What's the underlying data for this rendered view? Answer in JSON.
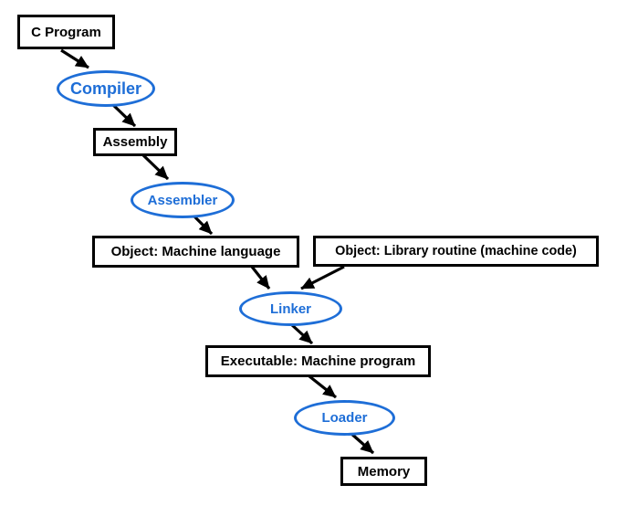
{
  "colors": {
    "background": "#ffffff",
    "box_border": "#000000",
    "box_text": "#000000",
    "ellipse_stroke": "#1e6ed7",
    "ellipse_text": "#1e6ed7",
    "arrow": "#000000"
  },
  "nodes": [
    {
      "id": "c-program",
      "shape": "rect",
      "label": "C Program"
    },
    {
      "id": "compiler",
      "shape": "ellipse",
      "label": "Compiler"
    },
    {
      "id": "assembly",
      "shape": "rect",
      "label": "Assembly"
    },
    {
      "id": "assembler",
      "shape": "ellipse",
      "label": "Assembler"
    },
    {
      "id": "object-machine-language",
      "shape": "rect",
      "label": "Object: Machine language"
    },
    {
      "id": "object-library-routine",
      "shape": "rect",
      "label": "Object: Library routine (machine code)"
    },
    {
      "id": "linker",
      "shape": "ellipse",
      "label": "Linker"
    },
    {
      "id": "executable-machine-program",
      "shape": "rect",
      "label": "Executable: Machine program"
    },
    {
      "id": "loader",
      "shape": "ellipse",
      "label": "Loader"
    },
    {
      "id": "memory",
      "shape": "rect",
      "label": "Memory"
    }
  ],
  "edges": [
    {
      "from": "c-program",
      "to": "compiler"
    },
    {
      "from": "compiler",
      "to": "assembly"
    },
    {
      "from": "assembly",
      "to": "assembler"
    },
    {
      "from": "assembler",
      "to": "object-machine-language"
    },
    {
      "from": "object-machine-language",
      "to": "linker"
    },
    {
      "from": "object-library-routine",
      "to": "linker"
    },
    {
      "from": "linker",
      "to": "executable-machine-program"
    },
    {
      "from": "executable-machine-program",
      "to": "loader"
    },
    {
      "from": "loader",
      "to": "memory"
    }
  ]
}
